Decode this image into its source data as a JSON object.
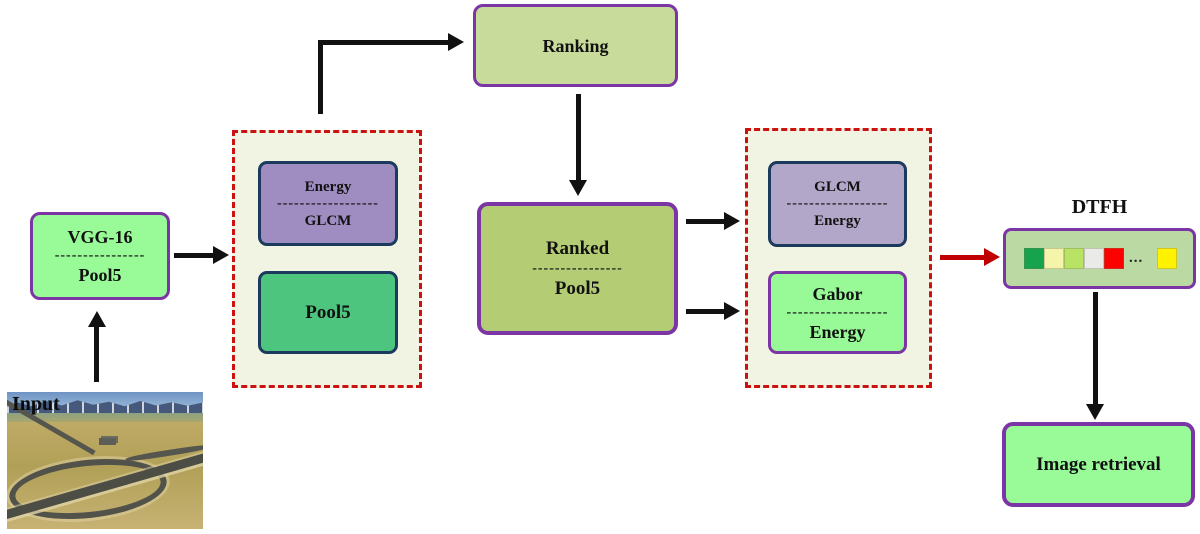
{
  "diagram": {
    "input_label": "Input",
    "vgg_box": {
      "line1": "VGG-16",
      "divider": "----------------",
      "line2": "Pool5"
    },
    "stage1": {
      "energy_glcm": {
        "line1": "Energy",
        "divider": "------------------",
        "line2": "GLCM"
      },
      "pool5": {
        "label": "Pool5"
      }
    },
    "ranking_box": {
      "label": "Ranking"
    },
    "ranked_box": {
      "line1": "Ranked",
      "divider": "----------------",
      "line2": "Pool5"
    },
    "stage2": {
      "glcm_energy": {
        "line1": "GLCM",
        "divider": "------------------",
        "line2": "Energy"
      },
      "gabor_energy": {
        "line1": "Gabor",
        "divider": "------------------",
        "line2": "Energy"
      }
    },
    "dtfh": {
      "label": "DTFH",
      "cells": [
        {
          "type": "square",
          "color": "#17a24e"
        },
        {
          "type": "square",
          "color": "#f4f4aa"
        },
        {
          "type": "square",
          "color": "#b9e364"
        },
        {
          "type": "square",
          "color": "#eaeae8"
        },
        {
          "type": "square",
          "color": "#fc0100"
        },
        {
          "type": "dots",
          "text": "..."
        },
        {
          "type": "square",
          "color": "#fef200",
          "gap_before": true
        }
      ]
    },
    "image_retrieval_box": {
      "label": "Image retrieval"
    },
    "colors": {
      "pale_green_fill": "#98fb98",
      "medium_green_fill": "#4ec57e",
      "ranking_fill": "#c9db9b",
      "ranked_fill": "#b4cd75",
      "purple_fill": "#9f8cc0",
      "light_purple_fill": "#b2a7c8",
      "dtfh_fill": "#bad9a3",
      "purple_border": "#7c35a5",
      "navy_border": "#1c3a5e",
      "dashed_border_red": "#cc1111",
      "dashed_region_fill": "#f1f3e3",
      "arrow_black": "#111111",
      "arrow_red": "#c00000"
    }
  }
}
